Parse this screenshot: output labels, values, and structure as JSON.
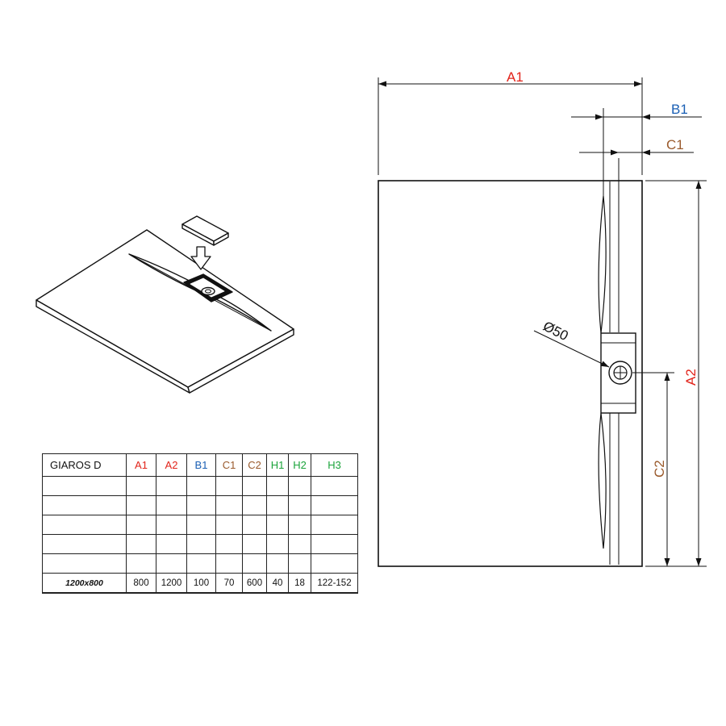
{
  "labels": {
    "A1": "A1",
    "A2": "A2",
    "B1": "B1",
    "C1": "C1",
    "C2": "C2",
    "diameter": "Ø50"
  },
  "colors": {
    "A": "#e2231a",
    "B": "#1a5fb4",
    "C": "#9a5a2c",
    "H": "#1aa33a",
    "line": "#111111"
  },
  "table": {
    "name": "GIAROS D",
    "headers": [
      "A1",
      "A2",
      "B1",
      "C1",
      "C2",
      "H1",
      "H2",
      "H3"
    ],
    "header_colors": [
      "#e2231a",
      "#e2231a",
      "#1a5fb4",
      "#9a5a2c",
      "#9a5a2c",
      "#1aa33a",
      "#1aa33a",
      "#1aa33a"
    ],
    "row": {
      "model": "1200x800",
      "values": [
        "800",
        "1200",
        "100",
        "70",
        "600",
        "40",
        "18",
        "122-152"
      ]
    }
  }
}
